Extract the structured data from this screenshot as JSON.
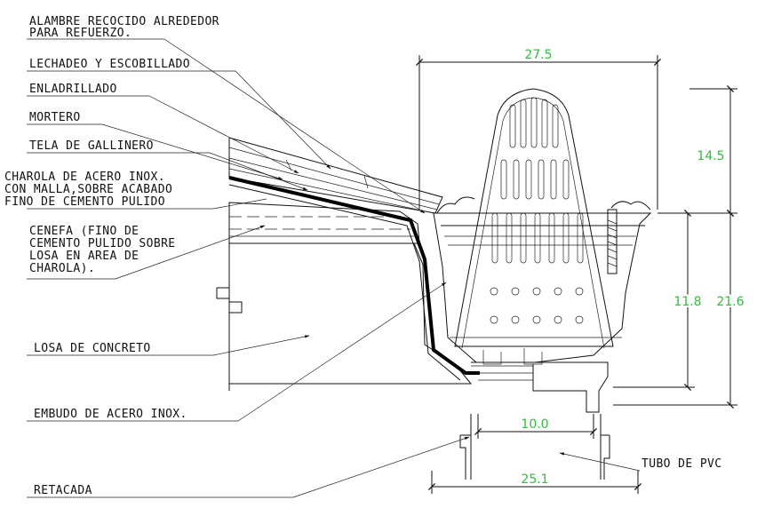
{
  "labels": [
    {
      "id": "alambre",
      "lines": [
        "ALAMBRE RECOCIDO ALREDEDOR",
        "PARA REFUERZO."
      ]
    },
    {
      "id": "lechadeo",
      "lines": [
        "LECHADEO Y ESCOBILLADO"
      ]
    },
    {
      "id": "enladrillado",
      "lines": [
        "ENLADRILLADO"
      ]
    },
    {
      "id": "mortero",
      "lines": [
        "MORTERO"
      ]
    },
    {
      "id": "tela",
      "lines": [
        "TELA DE GALLINERO"
      ]
    },
    {
      "id": "charola",
      "lines": [
        "CHAROLA DE ACERO INOX.",
        "CON MALLA,SOBRE ACABADO",
        "FINO DE CEMENTO PULIDO"
      ]
    },
    {
      "id": "cenefa",
      "lines": [
        "CENEFA (FINO DE",
        "CEMENTO PULIDO SOBRE",
        "LOSA EN AREA DE",
        "CHAROLA)."
      ]
    },
    {
      "id": "losa",
      "lines": [
        "LOSA DE CONCRETO"
      ]
    },
    {
      "id": "embudo",
      "lines": [
        "EMBUDO DE ACERO INOX."
      ]
    },
    {
      "id": "retacada",
      "lines": [
        "RETACADA"
      ]
    },
    {
      "id": "tubo",
      "lines": [
        "TUBO DE PVC"
      ]
    }
  ],
  "dimensions": {
    "top_width": "27.5",
    "cap_height": "14.5",
    "funnel_height": "11.8",
    "total_height": "21.6",
    "pipe_width": "10.0",
    "base_width": "25.1"
  },
  "colors": {
    "dimension": "#2fbf3a",
    "line": "#111111"
  }
}
